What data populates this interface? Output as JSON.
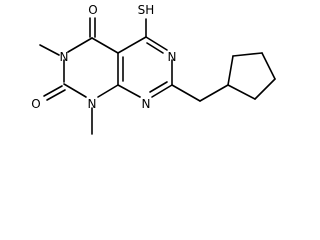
{
  "molecule": {
    "atoms": {
      "o_top": "O",
      "sh": "SH",
      "n3": "N",
      "n_pyrim_top": "N",
      "o_left": "O",
      "n1": "N",
      "n_pyrim_bottom": "N"
    }
  }
}
